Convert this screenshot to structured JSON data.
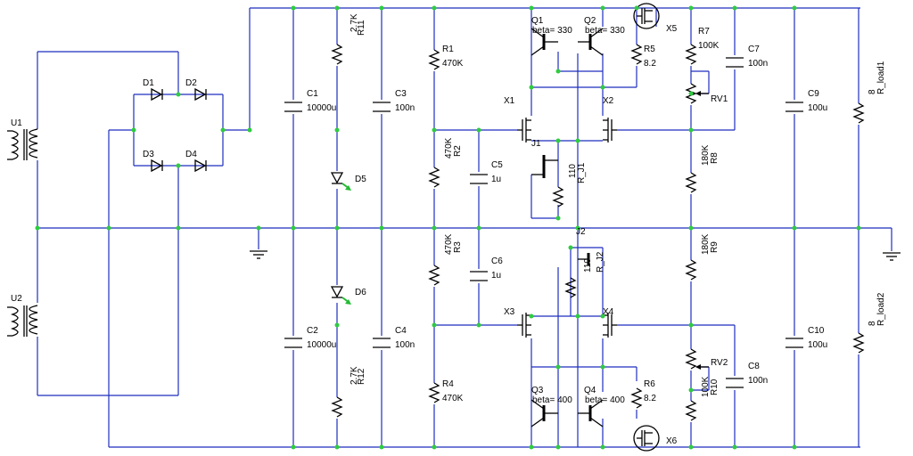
{
  "transformers": {
    "U1": "U1",
    "U2": "U2"
  },
  "diodes": {
    "D1": "D1",
    "D2": "D2",
    "D3": "D3",
    "D4": "D4",
    "D5": "D5",
    "D6": "D6"
  },
  "capacitors": {
    "C1": {
      "ref": "C1",
      "value": "10000u"
    },
    "C2": {
      "ref": "C2",
      "value": "10000u"
    },
    "C3": {
      "ref": "C3",
      "value": "100n"
    },
    "C4": {
      "ref": "C4",
      "value": "100n"
    },
    "C5": {
      "ref": "C5",
      "value": "1u"
    },
    "C6": {
      "ref": "C6",
      "value": "1u"
    },
    "C7": {
      "ref": "C7",
      "value": "100n"
    },
    "C8": {
      "ref": "C8",
      "value": "100n"
    },
    "C9": {
      "ref": "C9",
      "value": "100u"
    },
    "C10": {
      "ref": "C10",
      "value": "100u"
    }
  },
  "resistors": {
    "R1": {
      "ref": "R1",
      "value": "470K"
    },
    "R2": {
      "ref": "R2",
      "value": "470K"
    },
    "R3": {
      "ref": "R3",
      "value": "470K"
    },
    "R4": {
      "ref": "R4",
      "value": "470K"
    },
    "R5": {
      "ref": "R5",
      "value": "8.2"
    },
    "R6": {
      "ref": "R6",
      "value": "8.2"
    },
    "R7": {
      "ref": "R7",
      "value": "100K"
    },
    "R8": {
      "ref": "R8",
      "value": "180K"
    },
    "R9": {
      "ref": "R9",
      "value": "180K"
    },
    "R10": {
      "ref": "R10",
      "value": "100K"
    },
    "R11": {
      "ref": "R11",
      "value": "2.7K"
    },
    "R12": {
      "ref": "R12",
      "value": "2.7K"
    },
    "R_J1": {
      "ref": "R_J1",
      "value": "110"
    },
    "R_J2": {
      "ref": "R_J2",
      "value": "110"
    },
    "R_load1": {
      "ref": "R_load1",
      "value": "8"
    },
    "R_load2": {
      "ref": "R_load2",
      "value": "8"
    }
  },
  "pots": {
    "RV1": "RV1",
    "RV2": "RV2"
  },
  "transistors": {
    "Q1": {
      "ref": "Q1",
      "beta": "beta= 330"
    },
    "Q2": {
      "ref": "Q2",
      "beta": "beta= 330"
    },
    "Q3": {
      "ref": "Q3",
      "beta": "beta= 400"
    },
    "Q4": {
      "ref": "Q4",
      "beta": "beta= 400"
    }
  },
  "mosfets": {
    "X1": "X1",
    "X2": "X2",
    "X3": "X3",
    "X4": "X4",
    "X5": "X5",
    "X6": "X6"
  },
  "jfets": {
    "J1": "J1",
    "J2": "J2"
  },
  "colors": {
    "wire": "#1f2fbf",
    "junction": "#2ecc40",
    "component": "#000000",
    "led_arrow": "#22bb33"
  }
}
